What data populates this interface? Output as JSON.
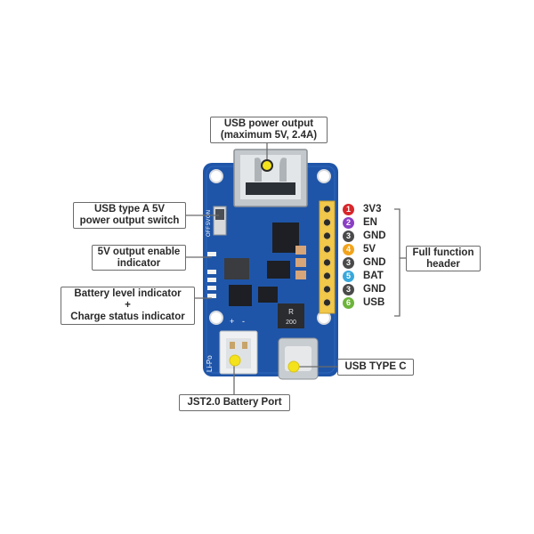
{
  "callouts": {
    "usb_output": [
      "USB power output",
      "(maximum 5V, 2.4A)"
    ],
    "switch": [
      "USB type A 5V",
      "power output switch"
    ],
    "enable": [
      "5V output enable",
      "indicator"
    ],
    "battery": [
      "Battery level indicator",
      "+",
      "Charge status indicator"
    ],
    "header": [
      "Full function",
      "header"
    ],
    "usb_c": "USB TYPE C",
    "jst": "JST2.0 Battery Port"
  },
  "board_marks": {
    "off": "OFF",
    "on": "ON",
    "fiveV": "5V",
    "lipo": "Li-Po",
    "plus": "+",
    "minus": "-",
    "inductor_top": "R",
    "inductor_bottom": "200"
  },
  "pins": [
    {
      "num": "1",
      "name": "3V3",
      "color": "#d8262a"
    },
    {
      "num": "2",
      "name": "EN",
      "color": "#8a3fc4"
    },
    {
      "num": "3",
      "name": "GND",
      "color": "#4a4a4a"
    },
    {
      "num": "4",
      "name": "5V",
      "color": "#f2a31b"
    },
    {
      "num": "3",
      "name": "GND",
      "color": "#4a4a4a"
    },
    {
      "num": "5",
      "name": "BAT",
      "color": "#38a8dc"
    },
    {
      "num": "3",
      "name": "GND",
      "color": "#4a4a4a"
    },
    {
      "num": "6",
      "name": "USB",
      "color": "#6db43b"
    }
  ],
  "colors": {
    "pcb": "#1f55a8",
    "marker": "#f4e21c",
    "connector": "#bfc4c8"
  }
}
